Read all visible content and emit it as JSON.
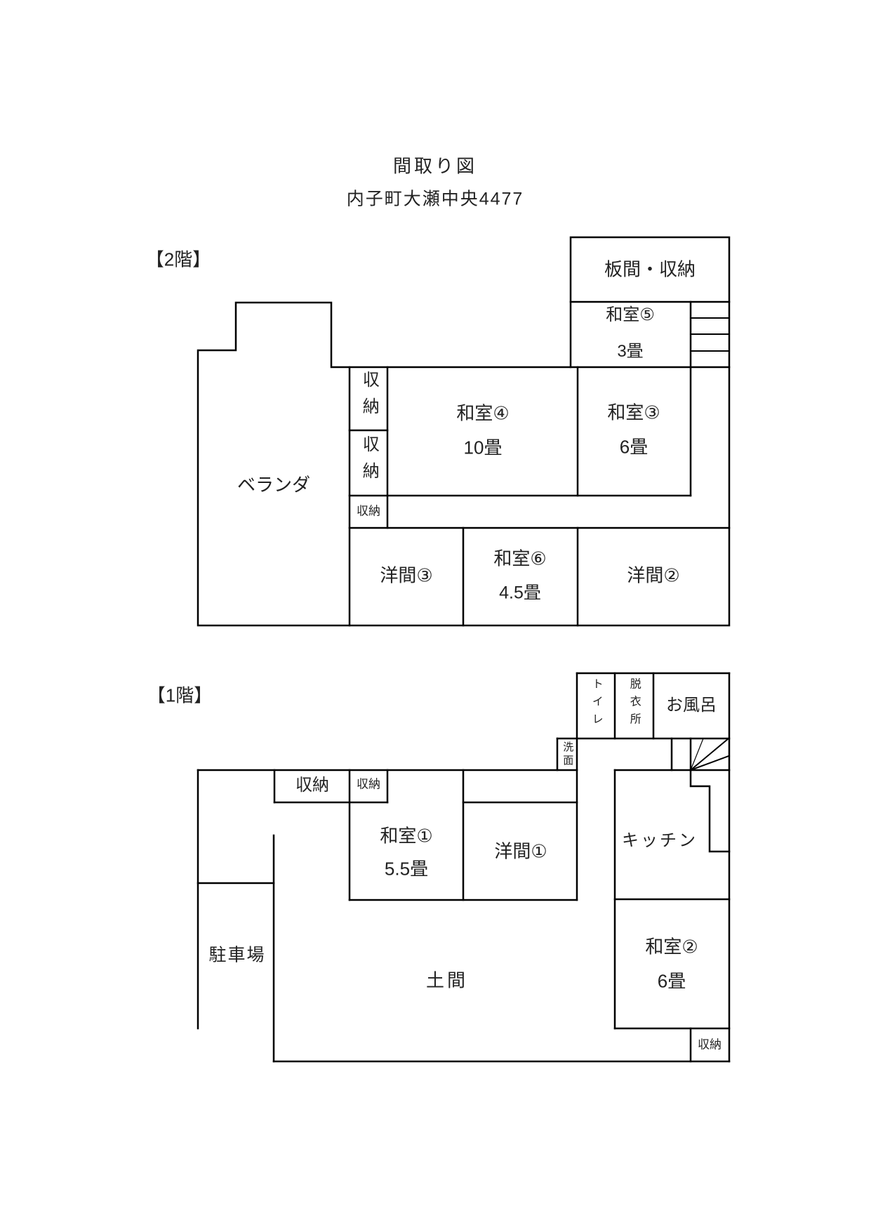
{
  "page": {
    "title": "間取り図",
    "subtitle": "内子町大瀬中央4477"
  },
  "f2": {
    "label": "【2階】",
    "veranda": "ベランダ",
    "shuno_a": "収納",
    "shuno_b": "収納",
    "shuno_strip": "収納",
    "itanoma": "板間・収納",
    "washitsu5": {
      "name": "和室⑤",
      "size": "3畳"
    },
    "washitsu4": {
      "name": "和室④",
      "size": "10畳"
    },
    "washitsu3": {
      "name": "和室③",
      "size": "6畳"
    },
    "washitsu6": {
      "name": "和室⑥",
      "size": "4.5畳"
    },
    "yoma3": "洋間③",
    "yoma2": "洋間②"
  },
  "f1": {
    "label": "【1階】",
    "toilet": "トイレ",
    "datsuijo": "脱衣所",
    "ofuro": "お風呂",
    "senmen": "洗面",
    "shuno_large": "収納",
    "shuno_small": "収納",
    "washitsu1": {
      "name": "和室①",
      "size": "5.5畳"
    },
    "yoma1": "洋間①",
    "kitchen": "キッチン",
    "washitsu2": {
      "name": "和室②",
      "size": "6畳"
    },
    "chushajo": "駐車場",
    "doma": "土間",
    "shuno_br": "収納"
  },
  "colors": {
    "wall": "#000000",
    "text": "#222222",
    "background": "#ffffff"
  }
}
